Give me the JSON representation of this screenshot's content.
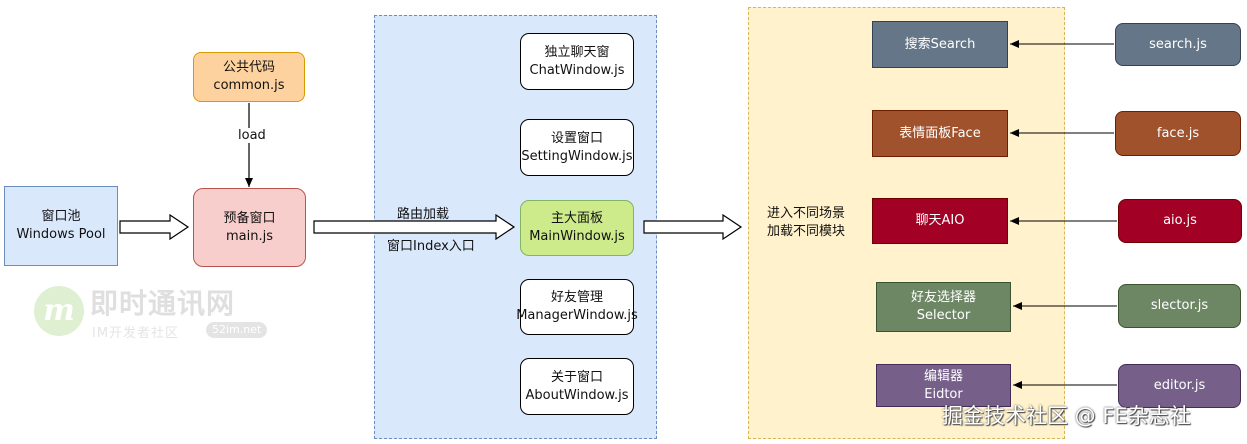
{
  "colors": {
    "blue_fill": "#dae8fc",
    "blue_stroke": "#6c8ebf",
    "orange_fill": "#fdd29e",
    "orange_stroke": "#d79b00",
    "pink_fill": "#f8cecc",
    "pink_stroke": "#b85450",
    "green_fill": "#cdeb8b",
    "green_stroke": "#82b366",
    "yellow_fill": "#fff2cc",
    "yellow_stroke": "#d6b656",
    "slate": "#647687",
    "brown": "#a0522d",
    "crimson": "#a20025",
    "olive": "#6d8764",
    "purple": "#76608a"
  },
  "left": {
    "pool": {
      "line1": "窗口池",
      "line2": "Windows Pool"
    },
    "common": {
      "line1": "公共代码",
      "line2": "common.js"
    },
    "load_label": "load",
    "preload": {
      "line1": "预备窗口",
      "line2": "main.js"
    }
  },
  "route": {
    "top_label": "路由加载",
    "bottom_label": "窗口Index入口"
  },
  "windows": [
    {
      "line1": "独立聊天窗",
      "line2": "ChatWindow.js"
    },
    {
      "line1": "设置窗口",
      "line2": "SettingWindow.js"
    },
    {
      "line1": "主大面板",
      "line2": "MainWindow.js"
    },
    {
      "line1": "好友管理",
      "line2": "ManagerWindow.js"
    },
    {
      "line1": "关于窗口",
      "line2": "AboutWindow.js"
    }
  ],
  "scene": {
    "line1": "进入不同场景",
    "line2": "加载不同模块"
  },
  "modules": [
    {
      "line1": "搜索Search",
      "line2": ""
    },
    {
      "line1": "表情面板Face",
      "line2": ""
    },
    {
      "line1": "聊天AIO",
      "line2": ""
    },
    {
      "line1": "好友选择器",
      "line2": "Selector"
    },
    {
      "line1": "编辑器",
      "line2": "Eidtor"
    }
  ],
  "files": [
    "search.js",
    "face.js",
    "aio.js",
    "slector.js",
    "editor.js"
  ],
  "watermark": {
    "title": "即时通讯网",
    "subtitle": "IM开发者社区",
    "badge": "52im.net"
  },
  "credit": "掘金技术社区 @ FE杂志社"
}
